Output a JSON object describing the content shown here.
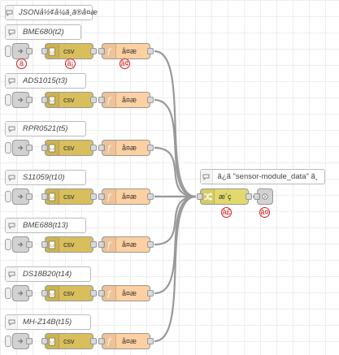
{
  "flow": {
    "title": "JSONå½¢å¼ã¸ã®å¤æ"
  },
  "groups": [
    {
      "comment": "BME680(t2)",
      "csv": "csv",
      "function": "å¤æ"
    },
    {
      "comment": "ADS1015(t3)",
      "csv": "csv",
      "function": "å¤æ"
    },
    {
      "comment": "RPR0521(t5)",
      "csv": "csv",
      "function": "å¤æ"
    },
    {
      "comment": "S11059(t10)",
      "csv": "csv",
      "function": "å¤æ"
    },
    {
      "comment": "BME688(t13)",
      "csv": "csv",
      "function": "å¤æ"
    },
    {
      "comment": "DS18B20(t14)",
      "csv": "csv",
      "function": "å¤æ"
    },
    {
      "comment": "MH-Z14B(t15)",
      "csv": "csv",
      "function": "å¤æ"
    }
  ],
  "change_node": {
    "label": "æ´ç"
  },
  "link_comment": {
    "label": "ã¿ã \"sensor-module_data\" ã¸"
  },
  "callouts": {
    "c1": "â ",
    "c2": "â¡",
    "c3": "â¢",
    "c4": "â£",
    "c5": "â¤"
  },
  "icons": {
    "comment": "comment-icon",
    "inject": "inject-arrow-icon",
    "csv": "csv-file-icon",
    "function": "function-f-icon",
    "change": "shuffle-icon",
    "link_out": "link-out-icon"
  },
  "colors": {
    "csv": "#d8bf5c",
    "function": "#fdd0a2",
    "change": "#e2d96e",
    "inject": "#e0e0e0",
    "wire": "#999999",
    "callout": "#d42020"
  }
}
